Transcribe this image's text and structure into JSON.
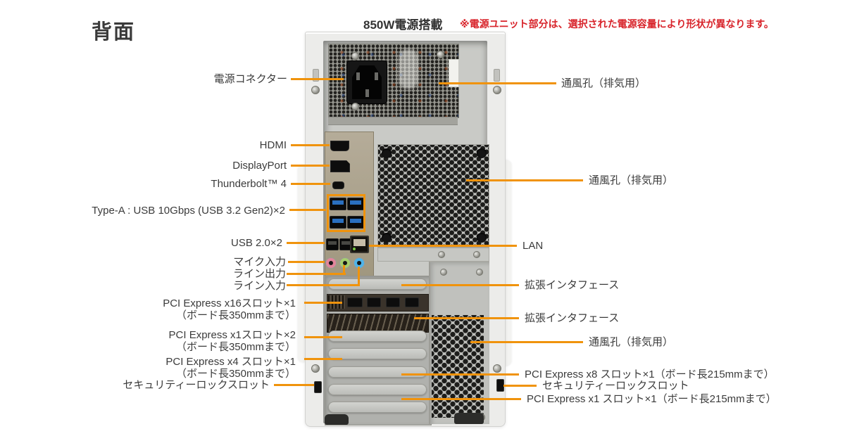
{
  "header": {
    "title": "背面",
    "psu_label": "850W電源搭載",
    "psu_note": "※電源ユニット部分は、選択された電源容量により形状が異なります。"
  },
  "colors": {
    "accent_line": "#F0930C",
    "note_red": "#D8232A",
    "mic_jack_pink": "#E2849B",
    "line_out_jack_green": "#A6CE6F",
    "line_in_jack_blue": "#4FB4E9",
    "usb3_tab_blue": "#2A6FBF",
    "case_gray": "#C9CAC6"
  },
  "callouts": {
    "left": [
      {
        "text": "電源コネクター"
      },
      {
        "text": "HDMI"
      },
      {
        "text": "DisplayPort"
      },
      {
        "text": "Thunderbolt™ 4"
      },
      {
        "text": "Type-A : USB 10Gbps (USB 3.2 Gen2)×2"
      },
      {
        "text": "USB 2.0×2"
      },
      {
        "text": "マイク入力"
      },
      {
        "text": "ライン出力"
      },
      {
        "text": "ライン入力"
      },
      {
        "text": "PCI Express x16スロット×1",
        "sub": "（ボード長350mmまで）"
      },
      {
        "text": "PCI Express x1スロット×2",
        "sub": "（ボード長350mmまで）"
      },
      {
        "text": "PCI Express x4 スロット×1",
        "sub": "（ボード長350mmまで）"
      },
      {
        "text": "セキュリティーロックスロット"
      }
    ],
    "right": [
      {
        "text": "通風孔（排気用）"
      },
      {
        "text": "通風孔（排気用）"
      },
      {
        "text": "LAN"
      },
      {
        "text": "拡張インタフェース"
      },
      {
        "text": "拡張インタフェース"
      },
      {
        "text": "通風孔（排気用）"
      },
      {
        "text": "PCI Express x8 スロット×1（ボード長215mmまで）"
      },
      {
        "text": "セキュリティーロックスロット"
      },
      {
        "text": "PCI Express x1 スロット×1（ボード長215mmまで）"
      }
    ]
  }
}
